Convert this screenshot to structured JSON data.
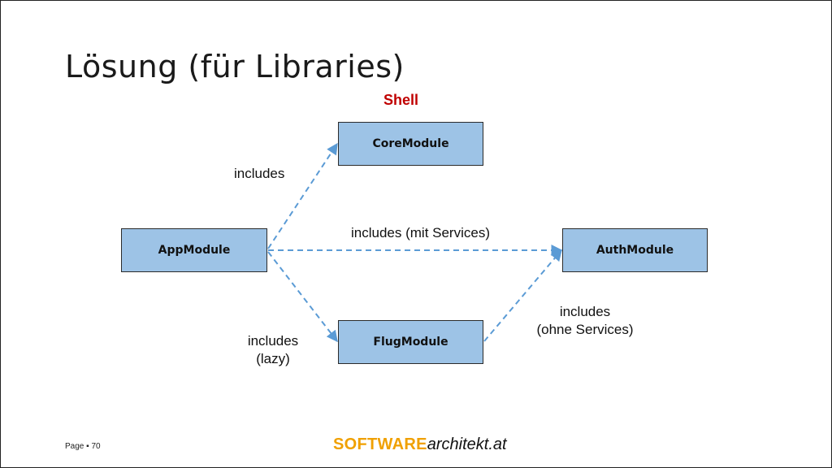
{
  "slide": {
    "title": "Lösung (für Libraries)",
    "shell_label": "Shell",
    "page_label": "Page ▪ 70"
  },
  "nodes": {
    "core": "CoreModule",
    "app": "AppModule",
    "auth": "AuthModule",
    "flug": "FlugModule"
  },
  "edges": {
    "app_core": "includes",
    "app_auth": "includes (mit Services)",
    "app_flug_line1": "includes",
    "app_flug_line2": "(lazy)",
    "flug_auth_line1": "includes",
    "flug_auth_line2": "(ohne Services)"
  },
  "logo": {
    "part1": "SOFTWARE",
    "part2": "architekt.at"
  },
  "colors": {
    "node_fill": "#9dc3e6",
    "edge": "#5b9bd5",
    "shell": "#c00000",
    "logo_accent": "#f0a000"
  }
}
